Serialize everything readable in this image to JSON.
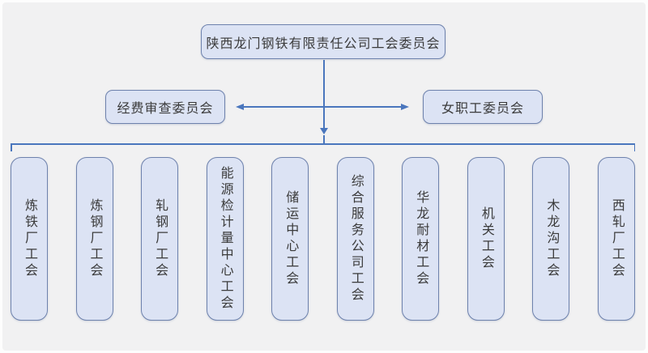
{
  "org": {
    "root": {
      "label": "陕西龙门钢铁有限责任公司工会委员会"
    },
    "committees": [
      {
        "label": "经费审查委员会"
      },
      {
        "label": "女职工委员会"
      }
    ],
    "branches": [
      {
        "label": "炼铁厂工会"
      },
      {
        "label": "炼钢厂工会"
      },
      {
        "label": "轧钢厂工会"
      },
      {
        "label": "能源检计量中心工会"
      },
      {
        "label": "储运中心工会"
      },
      {
        "label": "综合服务公司工会"
      },
      {
        "label": "华龙耐材工会"
      },
      {
        "label": "机关工会"
      },
      {
        "label": "木龙沟工会"
      },
      {
        "label": "西轧厂工会"
      }
    ],
    "colors": {
      "background": "#f1f1f2",
      "box_fill": "#dce3f4",
      "box_border": "#6e82ad",
      "connector": "#4a76bd",
      "text": "#3b3b3b"
    }
  }
}
